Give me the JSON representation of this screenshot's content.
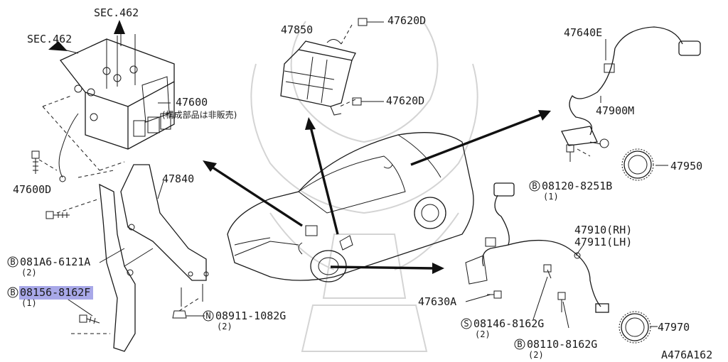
{
  "diagram_code": "A476A162",
  "highlight_color": "#a8a8e8",
  "sec_labels": [
    "SEC.462",
    "SEC.462"
  ],
  "parts": {
    "p47850": "47850",
    "p47620d_top": "47620D",
    "p47620d_bottom": "47620D",
    "p47600": "47600",
    "p47600_note": "(構成部品は非販売)",
    "p47600d": "47600D",
    "p47840": "47840",
    "p47640e": "47640E",
    "p47900m": "47900M",
    "p47950": "47950",
    "p47910": "47910(RH)",
    "p47911": "47911(LH)",
    "p47630a": "47630A",
    "p47970": "47970"
  },
  "fasteners": {
    "f1": {
      "prefix": "B",
      "number": "081A6-6121A",
      "qty": "(2)"
    },
    "f2": {
      "prefix": "B",
      "number": "08156-8162F",
      "qty": "(1)"
    },
    "f3": {
      "prefix": "N",
      "number": "08911-1082G",
      "qty": "(2)"
    },
    "f4": {
      "prefix": "B",
      "number": "08120-8251B",
      "qty": "(1)"
    },
    "f5": {
      "prefix": "S",
      "number": "08146-8162G",
      "qty": "(2)"
    },
    "f6": {
      "prefix": "B",
      "number": "08110-8162G",
      "qty": "(2)"
    }
  }
}
